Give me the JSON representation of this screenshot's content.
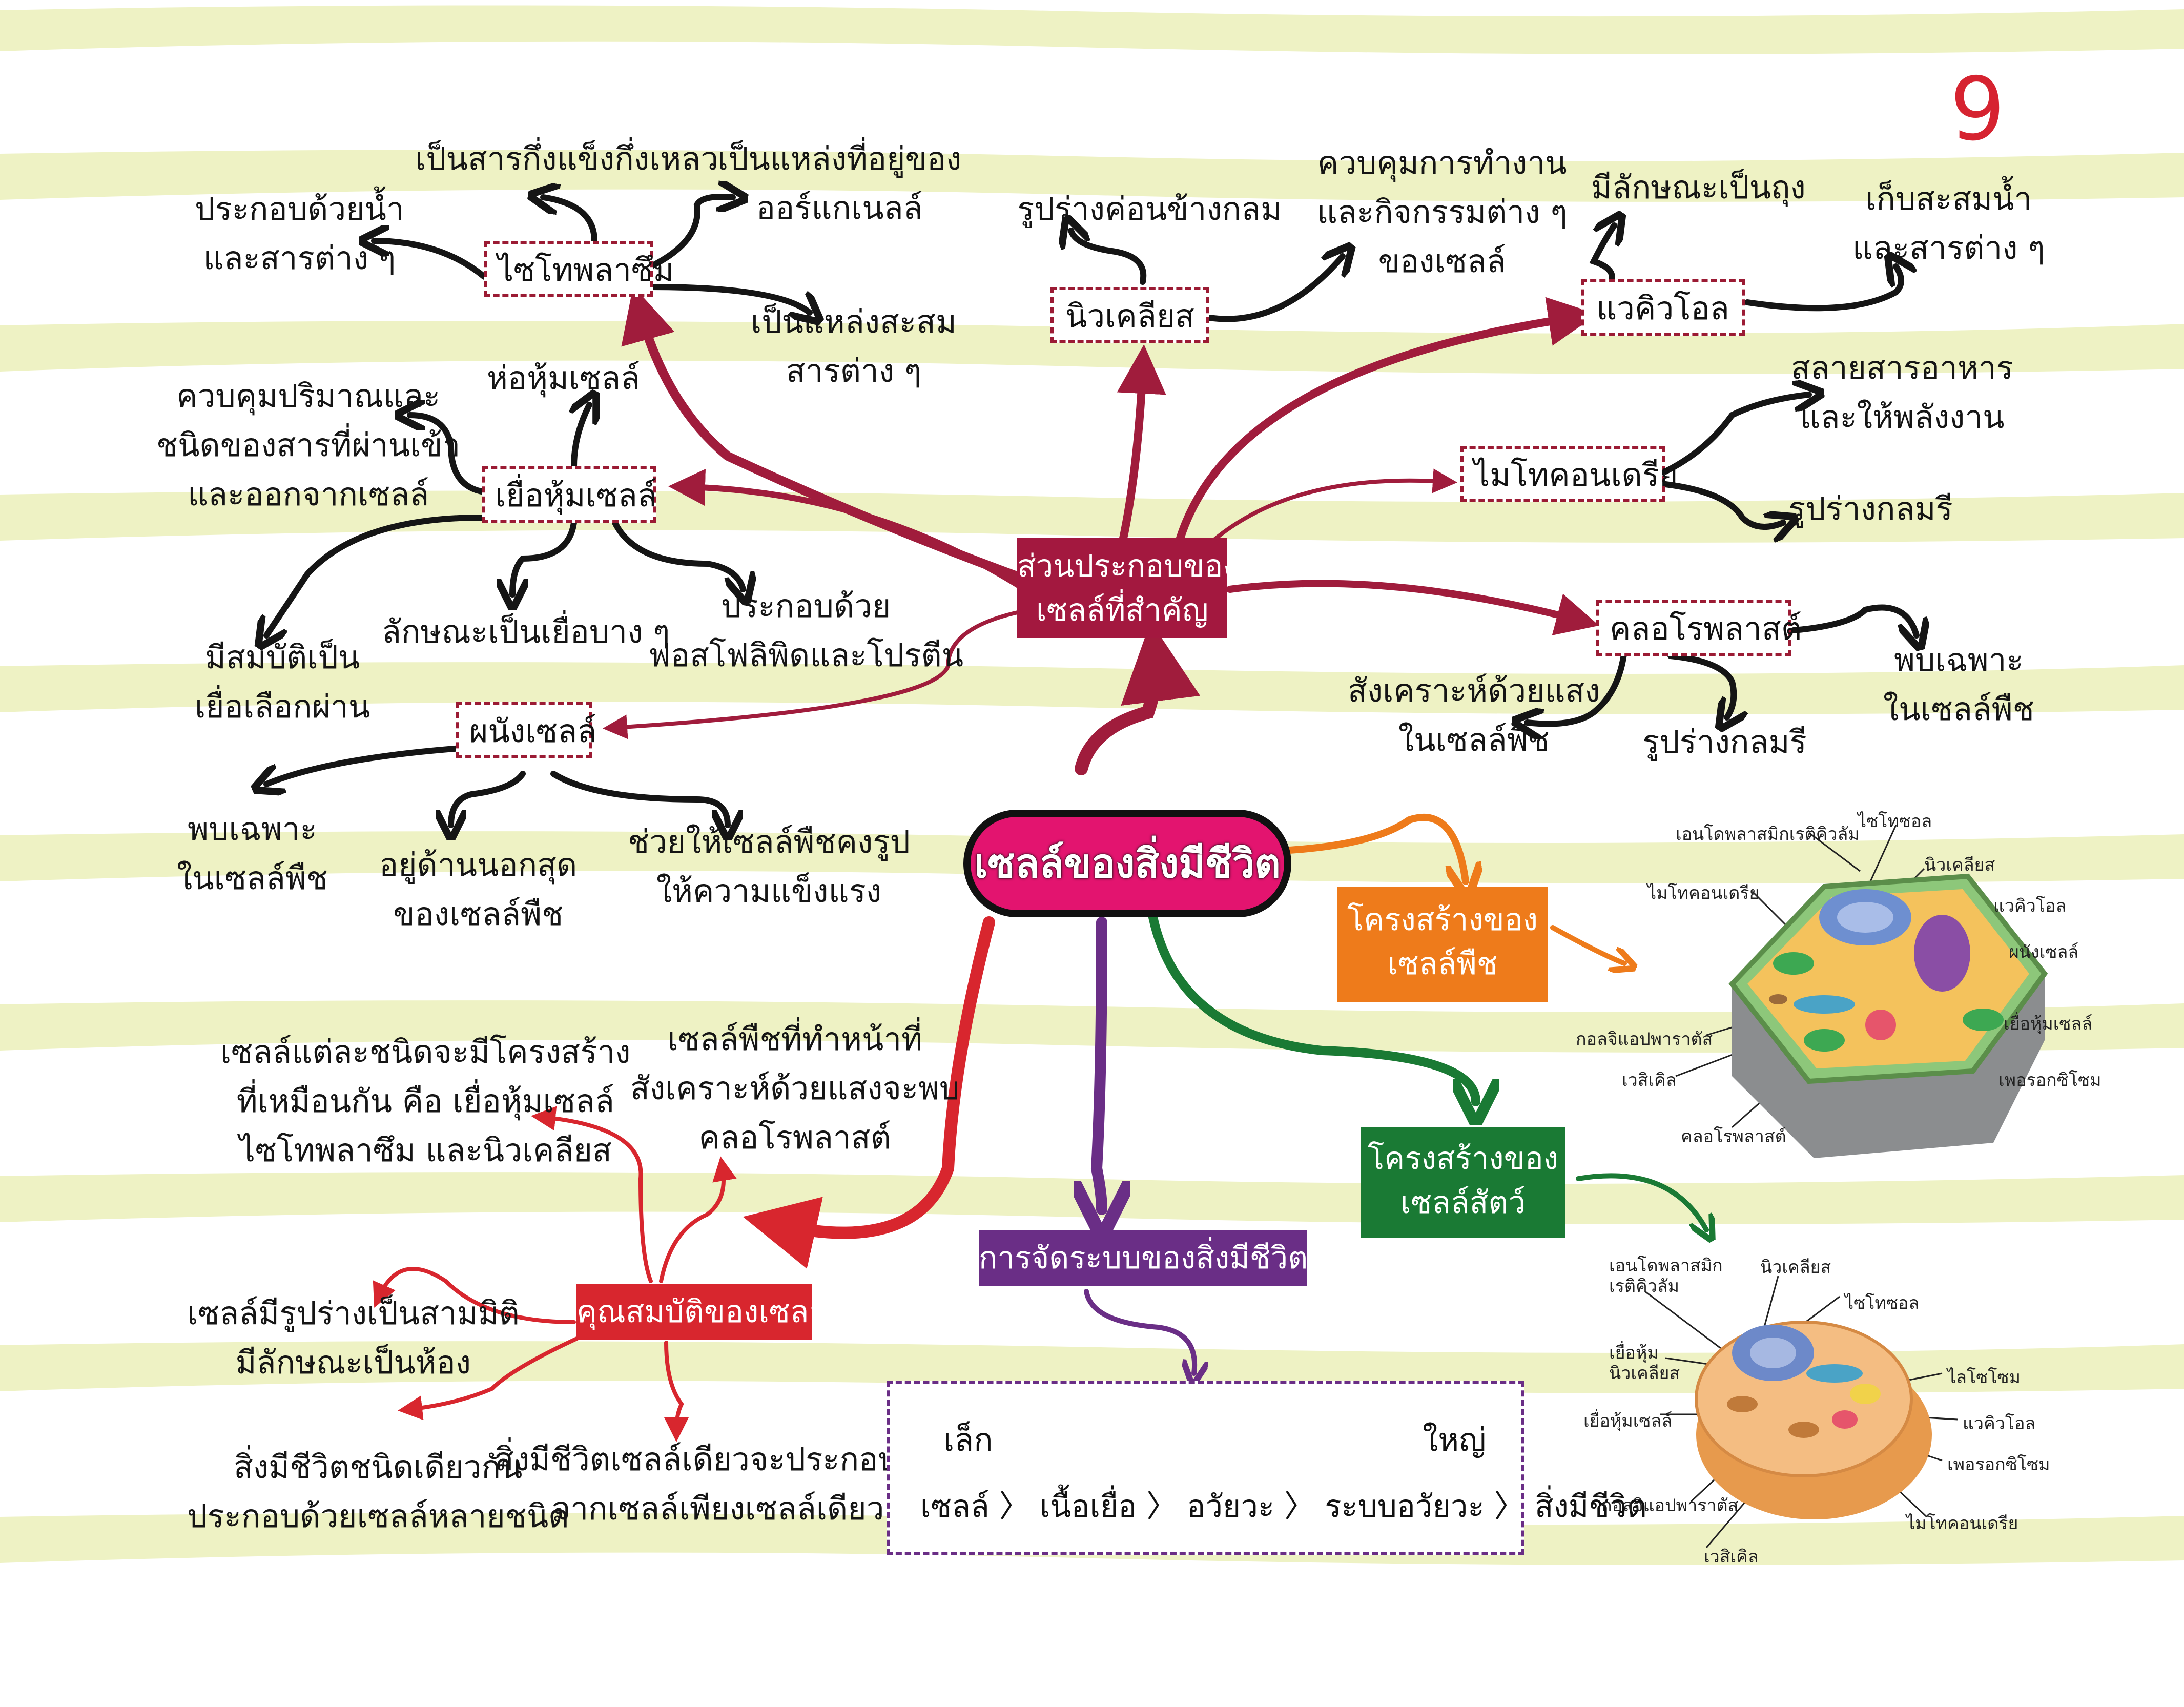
{
  "page_number": "9",
  "colors": {
    "stripe": "#eef2c4",
    "maroon": "#a01c3c",
    "black": "#151515",
    "red": "#d8262e",
    "purple": "#6a2e86",
    "orange": "#ee7b1b",
    "green": "#1a7a34",
    "pink": "#e3146f",
    "crimson": "#a3183f"
  },
  "center": "เซลล์ของสิ่งมีชีวิต",
  "main_component": [
    "ส่วนประกอบของ",
    "เซลล์ที่สำคัญ"
  ],
  "properties_tag": "คุณสมบัติของเซลล์",
  "organization_tag": "การจัดระบบของสิ่งมีชีวิต",
  "plant_tag": [
    "โครงสร้างของ",
    "เซลล์พืช"
  ],
  "animal_tag": [
    "โครงสร้างของ",
    "เซลล์สัตว์"
  ],
  "nodes": {
    "cytoplasm": "ไซโทพลาซึม",
    "membrane": "เยื่อหุ้มเซลล์",
    "wall": "ผนังเซลล์",
    "nucleus": "นิวเคลียส",
    "vacuole": "แวคิวโอล",
    "mito": "ไมโทคอนเดรีย",
    "chloro": "คลอโรพลาสต์"
  },
  "texts": {
    "cyto_semisolid": [
      "เป็นสารกึ่งแข็งกึ่งเหลว"
    ],
    "cyto_organelle": [
      "เป็นแหล่งที่อยู่ของ",
      "ออร์แกเนลล์"
    ],
    "cyto_water": [
      "ประกอบด้วยน้ำ",
      "และสารต่าง ๆ"
    ],
    "cyto_store": [
      "เป็นแหล่งสะสม",
      "สารต่าง ๆ"
    ],
    "mem_wrap": [
      "ห่อหุ้มเซลล์"
    ],
    "mem_control": [
      "ควบคุมปริมาณและ",
      "ชนิดของสารที่ผ่านเข้า",
      "และออกจากเซลล์"
    ],
    "mem_thin": [
      "ลักษณะเป็นเยื่อบาง ๆ"
    ],
    "mem_select": [
      "มีสมบัติเป็น",
      "เยื่อเลือกผ่าน"
    ],
    "mem_phospho": [
      "ประกอบด้วย",
      "ฟอสโฟลิพิดและโปรตีน"
    ],
    "wall_plant": [
      "พบเฉพาะ",
      "ในเซลล์พืช"
    ],
    "wall_outer": [
      "อยู่ด้านนอกสุด",
      "ของเซลล์พืช"
    ],
    "wall_shape": [
      "ช่วยให้เซลล์พืชคงรูป",
      "ให้ความแข็งแรง"
    ],
    "nuc_round": [
      "รูปร่างค่อนข้างกลม"
    ],
    "nuc_control": [
      "ควบคุมการทำงาน",
      "และกิจกรรมต่าง ๆ",
      "ของเซลล์"
    ],
    "vac_sac": [
      "มีลักษณะเป็นถุง"
    ],
    "vac_store": [
      "เก็บสะสมน้ำ",
      "และสารต่าง ๆ"
    ],
    "mito_energy": [
      "สลายสารอาหาร",
      "และให้พลังงาน"
    ],
    "mito_oval": [
      "รูปร่างกลมรี"
    ],
    "chl_photo": [
      "สังเคราะห์ด้วยแสง",
      "ในเซลล์พืช"
    ],
    "chl_oval": [
      "รูปร่างกลมรี"
    ],
    "chl_plant": [
      "พบเฉพาะ",
      "ในเซลล์พืช"
    ],
    "prop_similar": [
      "เซลล์แต่ละชนิดจะมีโครงสร้าง",
      "ที่เหมือนกัน คือ เยื่อหุ้มเซลล์",
      "ไซโทพลาซึม และนิวเคลียส"
    ],
    "prop_chloro": [
      "เซลล์พืชที่ทำหน้าที่",
      "สังเคราะห์ด้วยแสงจะพบ",
      "คลอโรพลาสต์"
    ],
    "prop_3d": [
      "เซลล์มีรูปร่างเป็นสามมิติ",
      "มีลักษณะเป็นห้อง"
    ],
    "prop_multi": [
      "สิ่งมีชีวิตชนิดเดียวกัน",
      "ประกอบด้วยเซลล์หลายชนิด"
    ],
    "prop_single": [
      "สิ่งมีชีวิตเซลล์เดียวจะประกอบขึ้น",
      "จากเซลล์เพียงเซลล์เดียว"
    ]
  },
  "organization": {
    "small": "เล็ก",
    "large": "ใหญ่",
    "chain": "เซลล์ 〉 เนื้อเยื่อ 〉 อวัยวะ 〉 ระบบอวัยวะ 〉 สิ่งมีชีวิต"
  },
  "plant_labels": {
    "er": "เอนโดพลาสมิกเรติคิวลัม",
    "cytosol": "ไซโทซอล",
    "nucleus": "นิวเคลียส",
    "mito": "ไมโทคอนเดรีย",
    "vacuole": "แวคิวโอล",
    "wall": "ผนังเซลล์",
    "membrane": "เยื่อหุ้มเซลล์",
    "golgi": "กอลจิแอปพาราตัส",
    "vesicle": "เวสิเคิล",
    "perox": "เพอรอกซิโซม",
    "chloro": "คลอโรพลาสต์"
  },
  "animal_labels": {
    "er": [
      "เอนโดพลาสมิก",
      "เรติคิวลัม"
    ],
    "nucleus": "นิวเคลียส",
    "cytosol": "ไซโทซอล",
    "nucmem": [
      "เยื่อหุ้ม",
      "นิวเคลียส"
    ],
    "lyso": "ไลโซโซม",
    "membrane": "เยื่อหุ้มเซลล์",
    "vacuole": "แวคิวโอล",
    "perox": "เพอรอกซิโซม",
    "golgi": "กอลจิแอปพาราตัส",
    "mito": "ไมโทคอนเดรีย",
    "vesicle": "เวสิเคิล"
  }
}
